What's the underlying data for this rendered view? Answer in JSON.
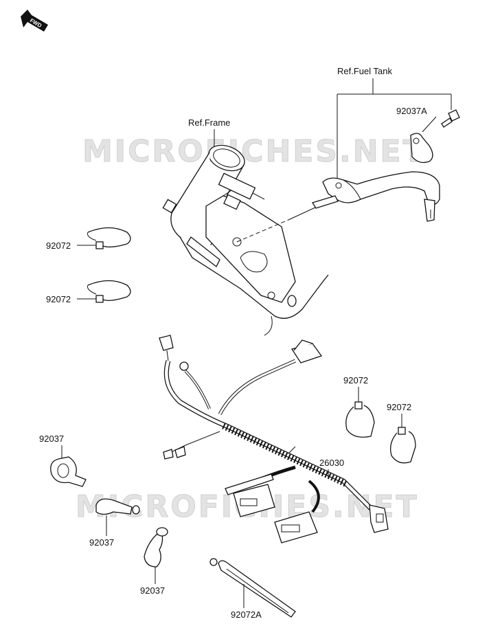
{
  "watermark": {
    "text": "MICROFICHES.NET"
  },
  "direction_badge": {
    "label": "FWD"
  },
  "references": {
    "frame": "Ref.Frame",
    "fuel_tank": "Ref.Fuel Tank"
  },
  "callouts": {
    "bolt_92037A": "92037A",
    "band_upper": "92072",
    "band_lower": "92072",
    "band_right_a": "92072",
    "band_right_b": "92072",
    "harness": "26030",
    "clamp_a": "92037",
    "clamp_b": "92037",
    "clamp_c": "92037",
    "strap_92072A": "92072A"
  }
}
